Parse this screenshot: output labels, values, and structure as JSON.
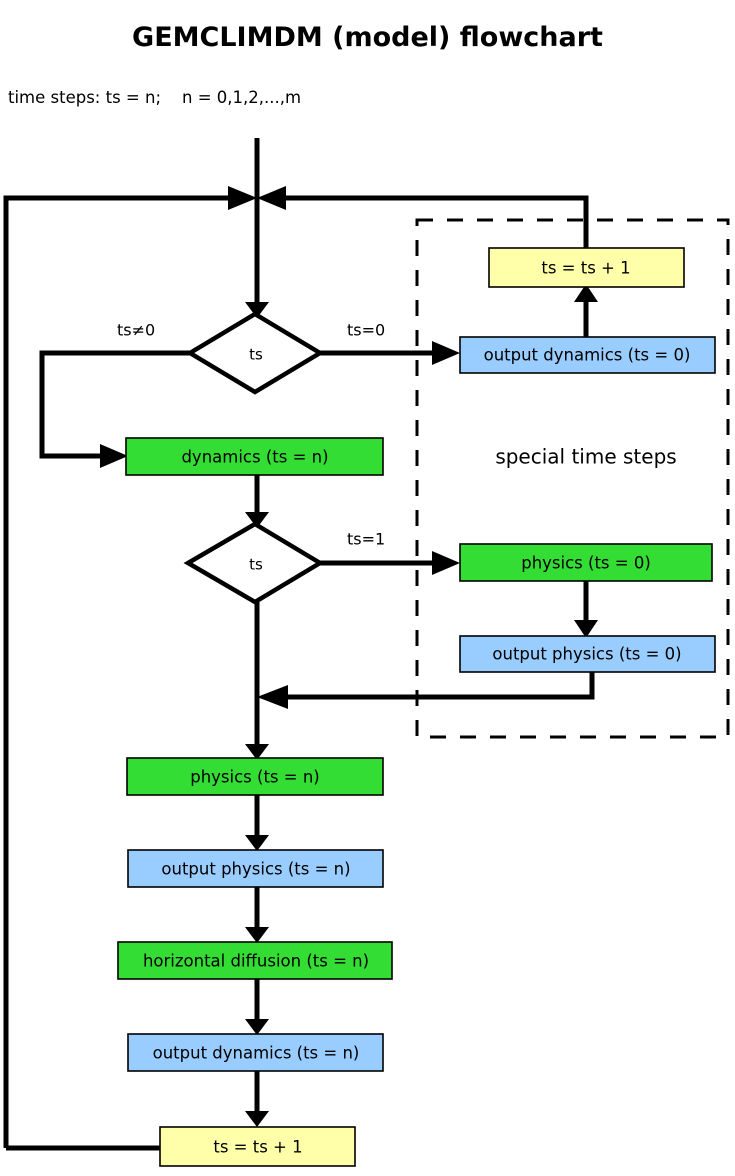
{
  "title": "GEMCLIMDM (model) flowchart",
  "subtitle": "time steps: ts = n;    n = 0,1,2,...,m",
  "colors": {
    "process": "#33dd33",
    "output": "#99ccff",
    "counter": "#ffffaa",
    "decision": "#ffffff",
    "line": "#000000",
    "background": "#ffffff"
  },
  "group": {
    "label": "special time steps"
  },
  "nodes": {
    "decision_ts_zero": "ts",
    "decision_ts_one": "ts",
    "counter_top": "ts = ts + 1",
    "output_dynamics_0": "output dynamics (ts = 0)",
    "physics_0": "physics (ts = 0)",
    "output_physics_0": "output physics (ts = 0)",
    "dynamics_n": "dynamics (ts = n)",
    "physics_n": "physics (ts = n)",
    "output_physics_n": "output physics (ts = n)",
    "horizontal_diffusion_n": "horizontal diffusion (ts = n)",
    "output_dynamics_n": "output dynamics (ts = n)",
    "counter_bottom": "ts = ts + 1"
  },
  "edge_labels": {
    "ts_not_zero": "ts≠0",
    "ts_zero": "ts=0",
    "ts_one": "ts=1"
  },
  "chart_data": {
    "type": "diagram",
    "title": "GEMCLIMDM (model) flowchart",
    "subtitle": "time steps: ts = n;    n = 0,1,2,...,m",
    "node_list": [
      {
        "id": "decision_ts_zero",
        "label": "ts",
        "shape": "diamond",
        "fill": "#ffffff"
      },
      {
        "id": "dynamics_n",
        "label": "dynamics (ts = n)",
        "shape": "rect",
        "fill": "#33dd33"
      },
      {
        "id": "decision_ts_one",
        "label": "ts",
        "shape": "diamond",
        "fill": "#ffffff"
      },
      {
        "id": "physics_n",
        "label": "physics (ts = n)",
        "shape": "rect",
        "fill": "#33dd33"
      },
      {
        "id": "output_physics_n",
        "label": "output physics (ts = n)",
        "shape": "rect",
        "fill": "#99ccff"
      },
      {
        "id": "horizontal_diffusion_n",
        "label": "horizontal diffusion (ts = n)",
        "shape": "rect",
        "fill": "#33dd33"
      },
      {
        "id": "output_dynamics_n",
        "label": "output dynamics (ts = n)",
        "shape": "rect",
        "fill": "#99ccff"
      },
      {
        "id": "counter_bottom",
        "label": "ts = ts + 1",
        "shape": "rect",
        "fill": "#ffffaa"
      },
      {
        "id": "counter_top",
        "label": "ts = ts + 1",
        "shape": "rect",
        "fill": "#ffffaa"
      },
      {
        "id": "output_dynamics_0",
        "label": "output dynamics (ts = 0)",
        "shape": "rect",
        "fill": "#99ccff"
      },
      {
        "id": "physics_0",
        "label": "physics (ts = 0)",
        "shape": "rect",
        "fill": "#33dd33"
      },
      {
        "id": "output_physics_0",
        "label": "output physics (ts = 0)",
        "shape": "rect",
        "fill": "#99ccff"
      }
    ],
    "edge_list": [
      {
        "from": "start",
        "to": "decision_ts_zero",
        "label": ""
      },
      {
        "from": "decision_ts_zero",
        "to": "dynamics_n",
        "label": "ts≠0"
      },
      {
        "from": "decision_ts_zero",
        "to": "output_dynamics_0",
        "label": "ts=0"
      },
      {
        "from": "output_dynamics_0",
        "to": "counter_top",
        "label": ""
      },
      {
        "from": "counter_top",
        "to": "start",
        "label": ""
      },
      {
        "from": "dynamics_n",
        "to": "decision_ts_one",
        "label": ""
      },
      {
        "from": "decision_ts_one",
        "to": "physics_0",
        "label": "ts=1"
      },
      {
        "from": "physics_0",
        "to": "output_physics_0",
        "label": ""
      },
      {
        "from": "output_physics_0",
        "to": "physics_n",
        "label": ""
      },
      {
        "from": "decision_ts_one",
        "to": "physics_n",
        "label": ""
      },
      {
        "from": "physics_n",
        "to": "output_physics_n",
        "label": ""
      },
      {
        "from": "output_physics_n",
        "to": "horizontal_diffusion_n",
        "label": ""
      },
      {
        "from": "horizontal_diffusion_n",
        "to": "output_dynamics_n",
        "label": ""
      },
      {
        "from": "output_dynamics_n",
        "to": "counter_bottom",
        "label": ""
      },
      {
        "from": "counter_bottom",
        "to": "start",
        "label": ""
      }
    ],
    "groups": [
      {
        "label": "special time steps",
        "style": "dashed"
      }
    ]
  }
}
